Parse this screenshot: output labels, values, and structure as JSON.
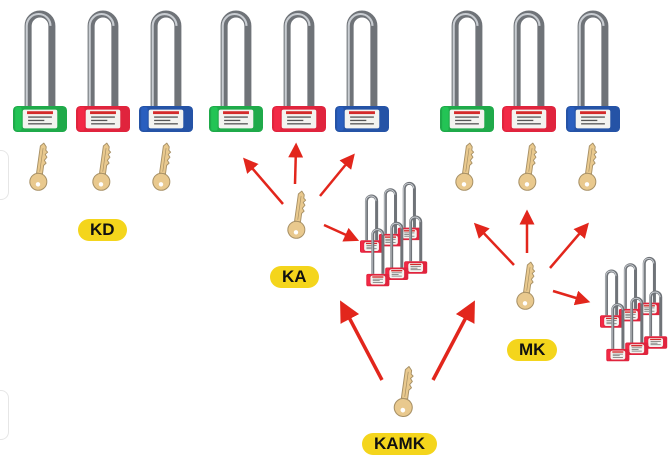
{
  "labels": {
    "kd": "KD",
    "ka": "KA",
    "mk": "MK",
    "kamk": "KAMK"
  },
  "colors": {
    "green": "#1faa4a",
    "red": "#e0243d",
    "blue": "#2553a6",
    "key": "#e9c98e",
    "arrow": "#e2261c",
    "label_bg": "#f4d51c"
  },
  "icons": {
    "padlock": "padlock-icon",
    "key": "key-icon",
    "padlock_group": "padlock-group-icon",
    "arrow": "arrow-icon"
  }
}
